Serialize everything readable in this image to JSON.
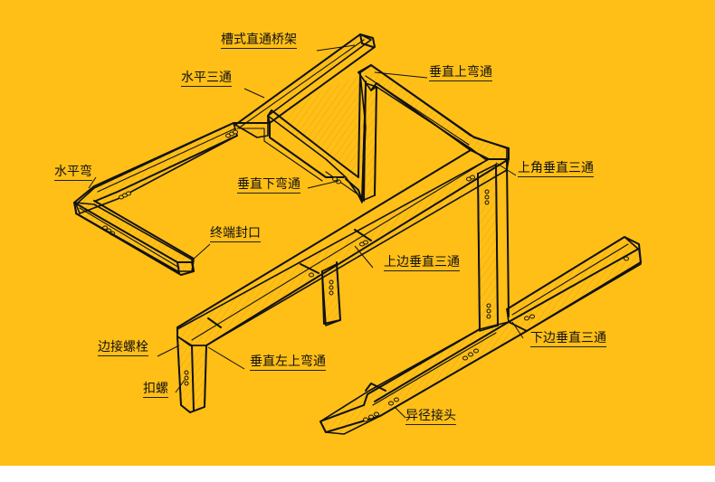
{
  "labels": {
    "trough_straight": "槽式直通桥架",
    "horizontal_tee": "水平三通",
    "vertical_upper_bend": "垂直上弯通",
    "horizontal_bend": "水平弯",
    "vertical_lower_bend": "垂直下弯通",
    "upper_corner_vertical_tee": "上角垂直三通",
    "end_cap": "终端封口",
    "upper_side_vertical_tee": "上边垂直三通",
    "lower_side_vertical_tee": "下边垂直三通",
    "side_bolt": "边接螺栓",
    "vertical_left_upper_bend": "垂直左上弯通",
    "button_nut": "扣螺",
    "reducer_joint": "异径接头"
  },
  "colors": {
    "background": "#ffbf16",
    "line": "#111111"
  }
}
